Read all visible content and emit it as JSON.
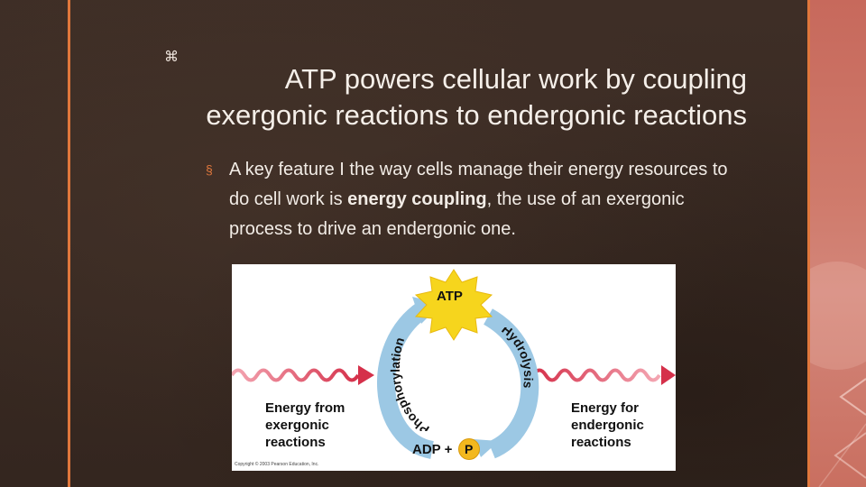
{
  "slide": {
    "logo_glyph": "⌘",
    "title_line1": "ATP powers cellular work by coupling",
    "title_line2": "exergonic reactions to endergonic reactions",
    "bullet_marker": "§",
    "bullet_pre": "A key feature I the way cells manage their energy resources to do cell work is ",
    "bullet_bold": "energy coupling",
    "bullet_post": ", the use of an exergonic process to drive an endergonic one."
  },
  "diagram": {
    "atp_label": "ATP",
    "adp_label": "ADP +",
    "p_label": "P",
    "left_arc_label": "Phosphorylation",
    "right_arc_label": "Hydrolysis",
    "left_caption": [
      "Energy from",
      "exergonic",
      "reactions"
    ],
    "right_caption": [
      "Energy for",
      "endergonic",
      "reactions"
    ],
    "copyright": "Copyright © 2003 Pearson Education, Inc.",
    "colors": {
      "arc": "#9cc8e4",
      "wave": "#d5304a",
      "starburst": "#f6d51d",
      "phosphate": "#f3b81e",
      "accent_rule": "#e0773c"
    }
  }
}
